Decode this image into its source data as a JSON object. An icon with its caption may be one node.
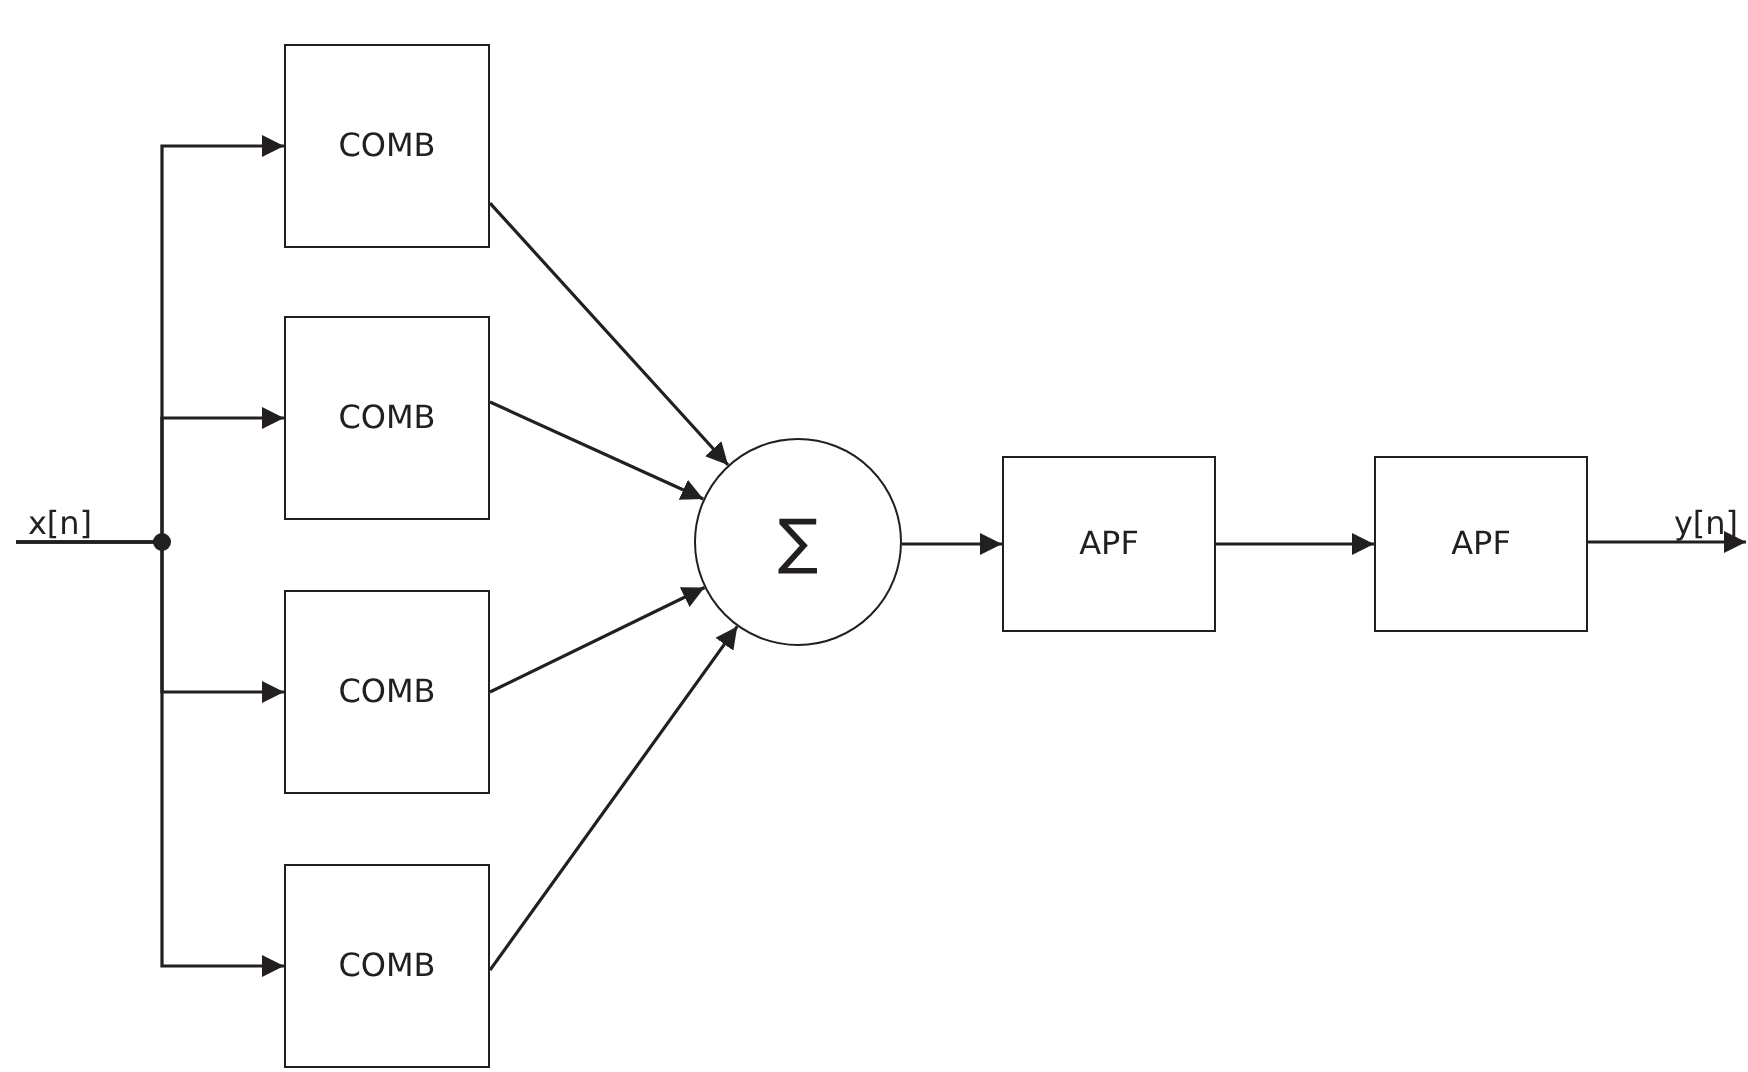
{
  "diagram": {
    "nodes": [
      {
        "text": [
          "x[n]"
        ]
      },
      {
        "text": [
          "COMB"
        ]
      },
      {
        "text": [
          "COMB"
        ]
      },
      {
        "text": [
          "COMB"
        ]
      },
      {
        "text": [
          "COMB"
        ]
      },
      {
        "text": [
          "∑"
        ]
      },
      {
        "text": [
          "APF"
        ]
      },
      {
        "text": [
          "APF"
        ]
      },
      {
        "text": [
          "y[n]"
        ]
      }
    ],
    "edges": [
      {
        "from": 0,
        "to": 1,
        "arrow": "to"
      },
      {
        "from": 0,
        "to": 2,
        "arrow": "to"
      },
      {
        "from": 0,
        "to": 3,
        "arrow": "to"
      },
      {
        "from": 0,
        "to": 4,
        "arrow": "to"
      },
      {
        "from": 1,
        "to": 5,
        "arrow": "to"
      },
      {
        "from": 2,
        "to": 5,
        "arrow": "to"
      },
      {
        "from": 3,
        "to": 5,
        "arrow": "to"
      },
      {
        "from": 4,
        "to": 5,
        "arrow": "to"
      },
      {
        "from": 5,
        "to": 6,
        "arrow": "to"
      },
      {
        "from": 6,
        "to": 7,
        "arrow": "to"
      },
      {
        "from": 7,
        "to": 8,
        "arrow": "to"
      }
    ]
  }
}
